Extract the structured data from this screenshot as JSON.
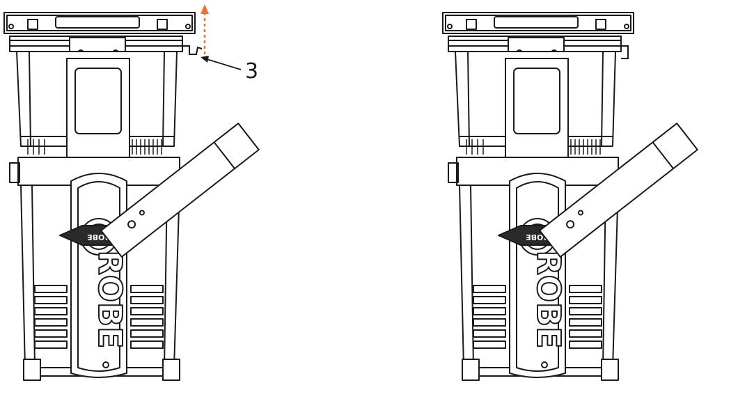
{
  "figure": {
    "callout_number": "3",
    "brand": "ROBE",
    "arrow_color": "#e8743b",
    "line_color": "#1a1a1a"
  },
  "views": [
    {
      "id": "left",
      "shows_latch_callout": true,
      "shows_lift_arrow": true
    },
    {
      "id": "right",
      "shows_latch_callout": false,
      "shows_lift_arrow": false
    }
  ]
}
